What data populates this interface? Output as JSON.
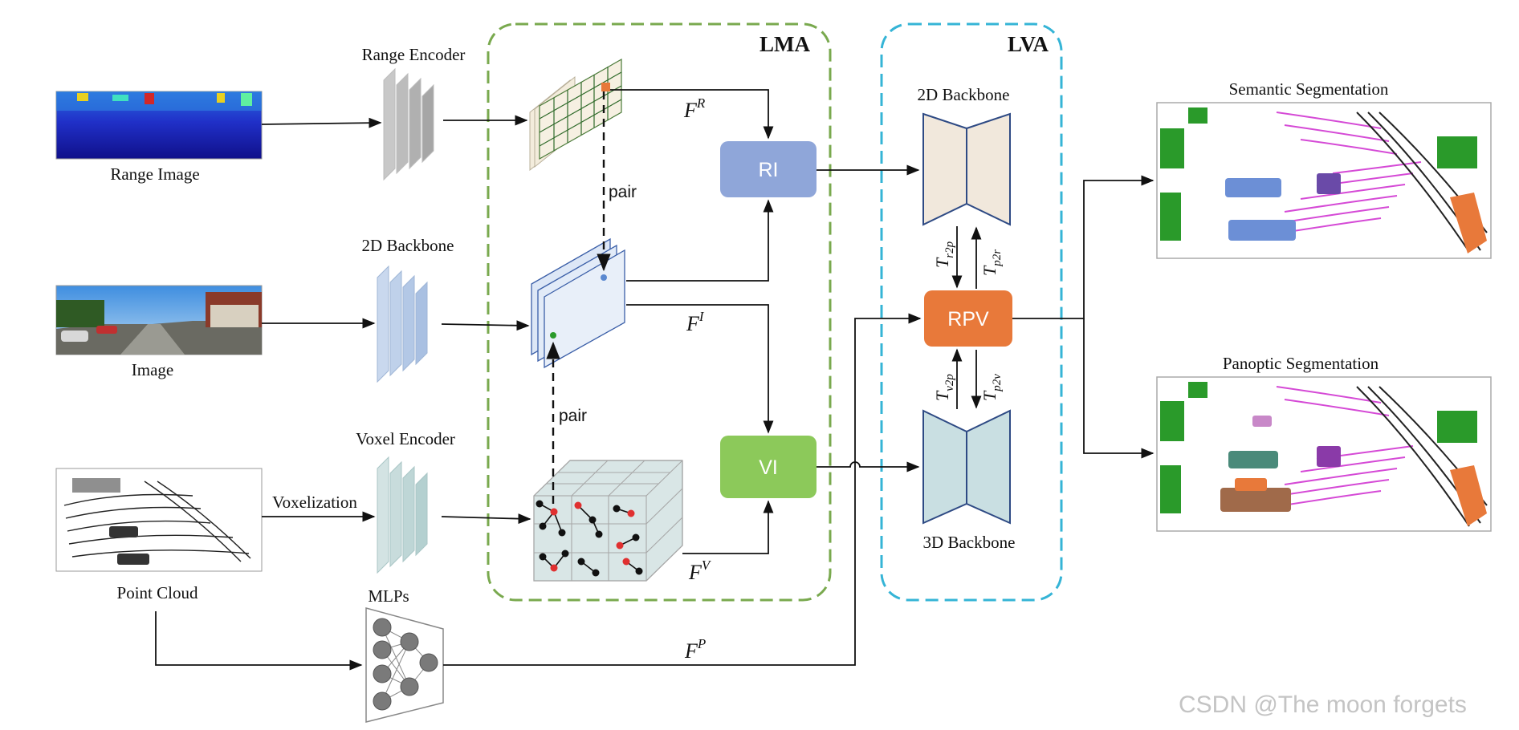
{
  "inputs": {
    "range_image": "Range Image",
    "image": "Image",
    "point_cloud": "Point Cloud"
  },
  "encoders": {
    "range_encoder": "Range Encoder",
    "backbone_2d": "2D Backbone",
    "voxel_encoder": "Voxel Encoder",
    "mlps": "MLPs",
    "voxelization": "Voxelization"
  },
  "lma": {
    "title": "LMA",
    "pair_top": "pair",
    "pair_bottom": "pair",
    "ri": "RI",
    "vi": "VI",
    "f_r": "F",
    "f_r_sup": "R",
    "f_i": "F",
    "f_i_sup": "I",
    "f_v": "F",
    "f_v_sup": "V"
  },
  "fp": {
    "base": "F",
    "sup": "P"
  },
  "lva": {
    "title": "LVA",
    "backbone_2d": "2D Backbone",
    "backbone_3d": "3D Backbone",
    "rpv": "RPV",
    "t_r2p": "T",
    "t_r2p_sub": "r2p",
    "t_p2r": "T",
    "t_p2r_sub": "p2r",
    "t_v2p": "T",
    "t_v2p_sub": "v2p",
    "t_p2v": "T",
    "t_p2v_sub": "p2v"
  },
  "outputs": {
    "semantic": "Semantic Segmentation",
    "panoptic": "Panoptic Segmentation"
  },
  "watermark": "CSDN @The moon forgets",
  "colors": {
    "lma_border": "#79a94e",
    "lva_border": "#35b4d6",
    "ri_box": "#8fa6d9",
    "vi_box": "#8cc95a",
    "rpv_box": "#e8793a"
  }
}
